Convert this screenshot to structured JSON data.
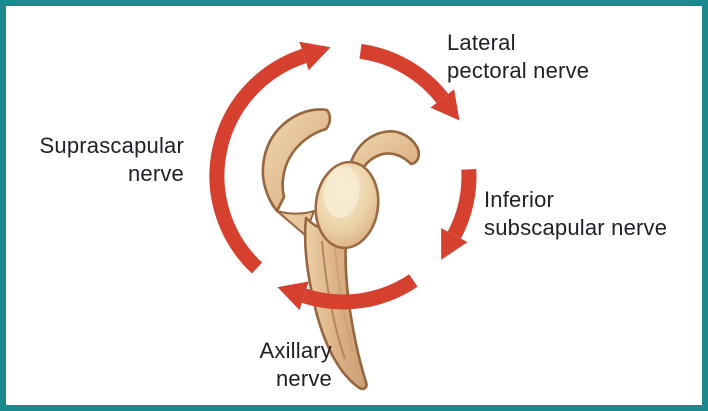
{
  "diagram": {
    "description": "Cycle of nerves around the scapula (lateral view): clockwise red arrows linking four nerve labels",
    "illustration": "scapula-lateral-view",
    "labels": {
      "lateral_pectoral": {
        "lines": [
          "Lateral",
          "pectoral nerve"
        ]
      },
      "inferior_subscapular": {
        "lines": [
          "Inferior",
          "subscapular nerve"
        ]
      },
      "axillary": {
        "lines": [
          "Axillary",
          "nerve"
        ]
      },
      "suprascapular": {
        "lines": [
          "Suprascapular",
          "nerve"
        ]
      }
    },
    "colors": {
      "background": "#ffffff",
      "border": "#1d898f",
      "arrow": "#d6402f",
      "text": "#20202a",
      "bone_fill": "#e3bd92",
      "bone_outline": "#96663e",
      "glenoid_center": "#f6e9cb"
    }
  }
}
